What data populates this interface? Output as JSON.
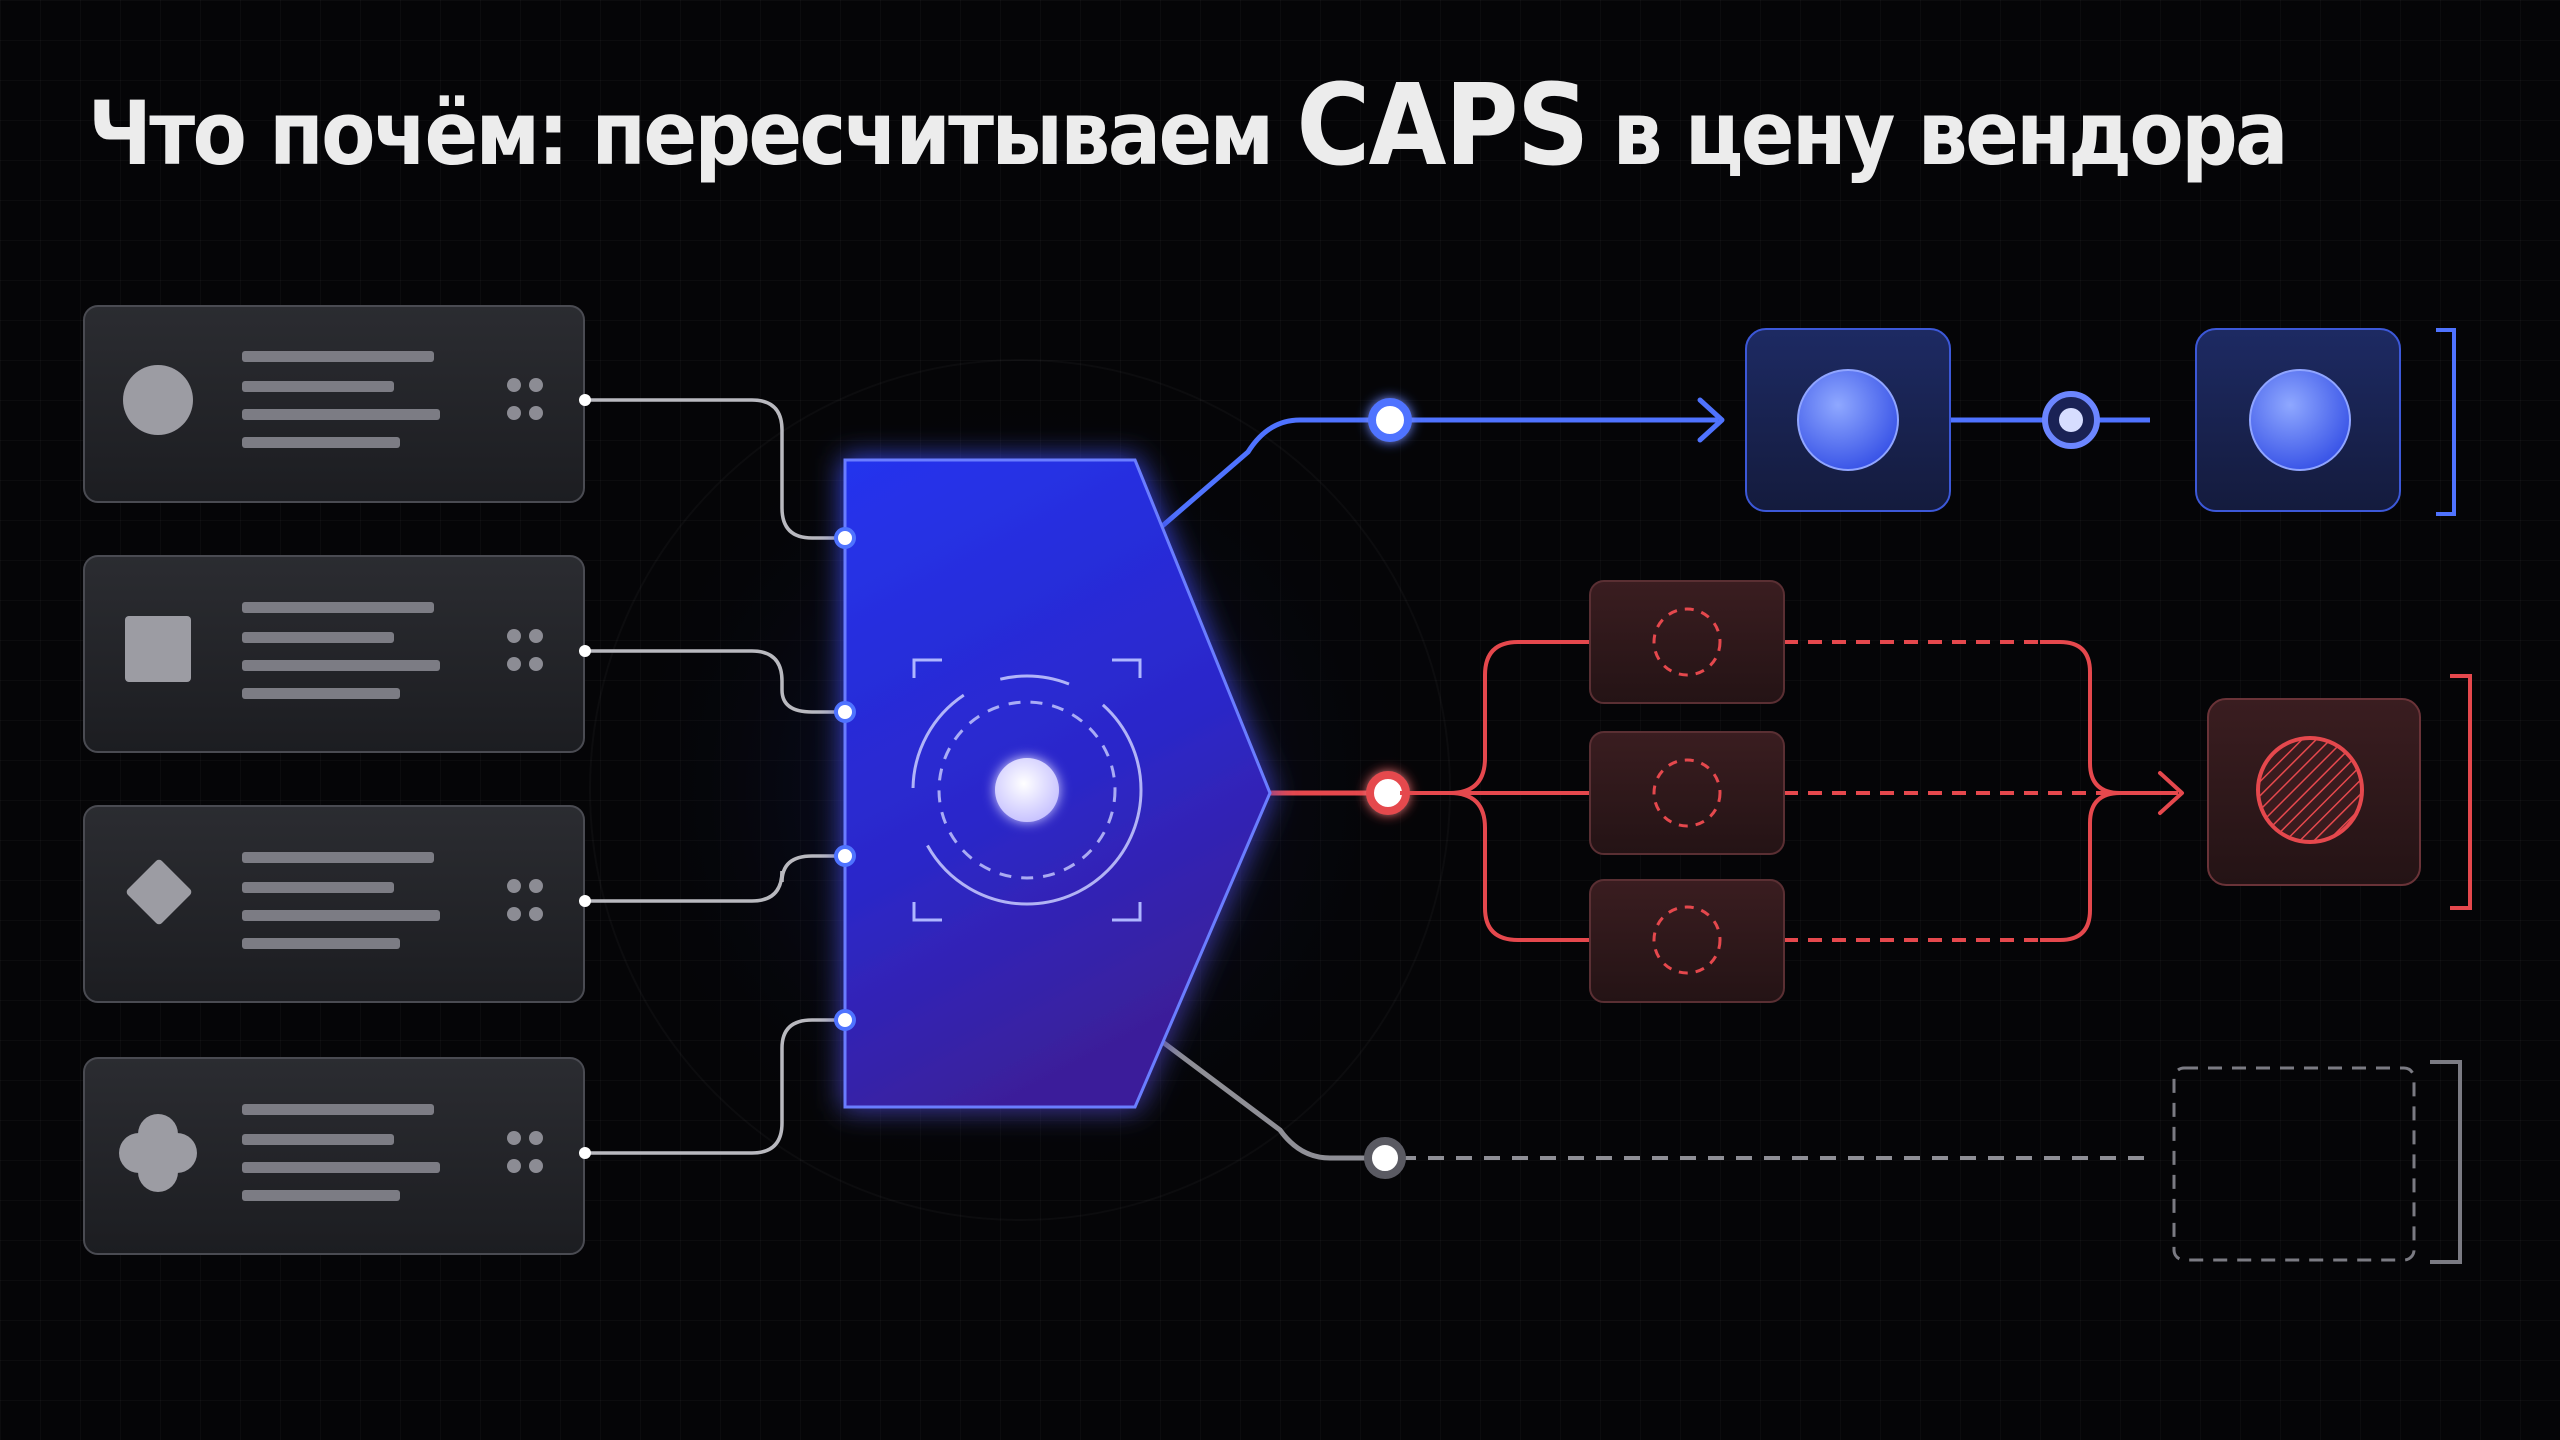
{
  "header": {
    "title_part1": "Что почём: пересчитываем",
    "title_highlight": "CAPS",
    "title_part2": "в цену вендора"
  },
  "inputs": [
    {
      "shape": "circle-icon"
    },
    {
      "shape": "square-icon"
    },
    {
      "shape": "diamond-icon"
    },
    {
      "shape": "clover-icon"
    }
  ],
  "colors": {
    "background": "#050507",
    "processor": "#2a3cf0",
    "blue_path": "#4f73ff",
    "red_path": "#e5484d",
    "gray_path": "#9a9aa2",
    "card": "#2a2b30"
  },
  "outputs": [
    {
      "kind": "blue-pipeline",
      "nodes": 2
    },
    {
      "kind": "red-parallel",
      "branches": 3
    },
    {
      "kind": "empty-slot"
    }
  ]
}
